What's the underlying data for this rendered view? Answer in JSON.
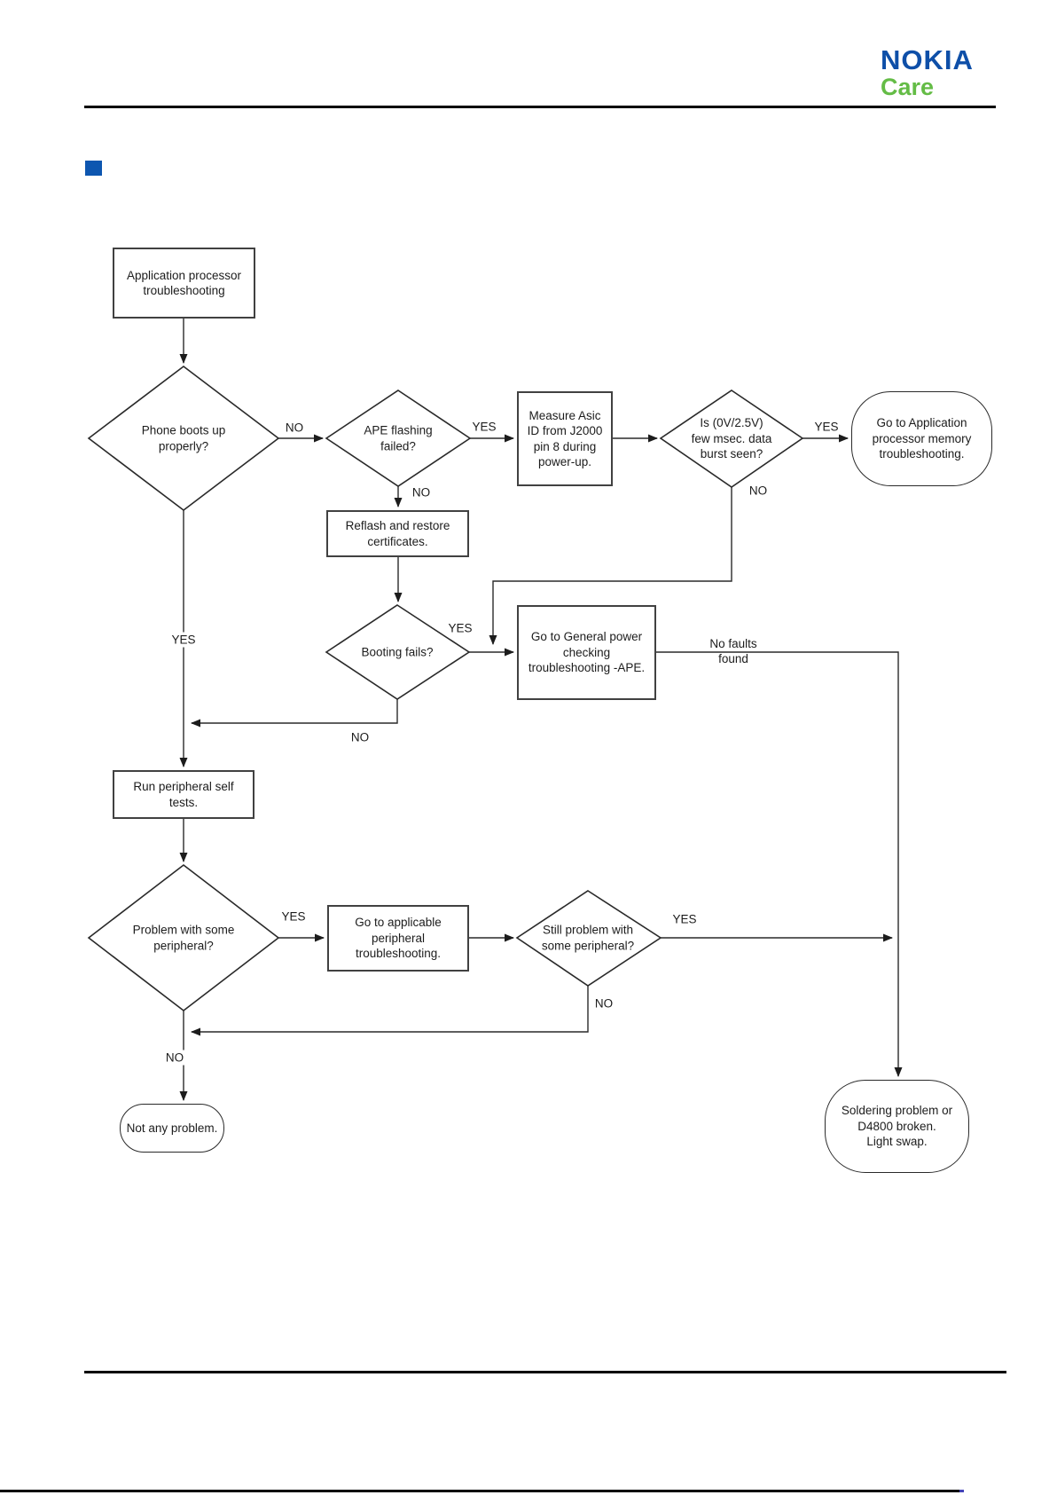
{
  "header": {
    "brand": "NOKIA",
    "sub_brand": "Care",
    "brand_color": "#0E4FA8",
    "sub_brand_color": "#64BC46"
  },
  "flowchart": {
    "nodes": {
      "start": "Application processor\ntroubleshooting",
      "phone_boots": "Phone boots up\nproperly?",
      "ape_flashing": "APE flashing\nfailed?",
      "measure_asic": "Measure Asic\nID from J2000\npin 8 during\npower-up.",
      "data_burst": "Is (0V/2.5V)\nfew msec. data\nburst seen?",
      "go_memory": "Go to Application\nprocessor memory\ntroubleshooting.",
      "reflash": "Reflash and restore\ncertificates.",
      "booting_fails": "Booting fails?",
      "go_power": "Go to General power\nchecking\ntroubleshooting -APE.",
      "run_tests": "Run peripheral self\ntests.",
      "problem_peripheral": "Problem with some\nperipheral?",
      "go_peripheral": "Go to applicable\nperipheral\ntroubleshooting.",
      "still_problem": "Still problem with\nsome peripheral?",
      "not_any_problem": "Not any problem.",
      "soldering": "Soldering problem or\nD4800 broken.\nLight swap."
    },
    "labels": {
      "phone_boots_no": "NO",
      "phone_boots_yes": "YES",
      "ape_yes": "YES",
      "ape_no": "NO",
      "burst_yes": "YES",
      "burst_no": "NO",
      "booting_yes": "YES",
      "booting_no": "NO",
      "problem_yes": "YES",
      "problem_no": "NO",
      "still_yes": "YES",
      "still_no": "NO",
      "no_faults": "No faults\nfound"
    }
  }
}
